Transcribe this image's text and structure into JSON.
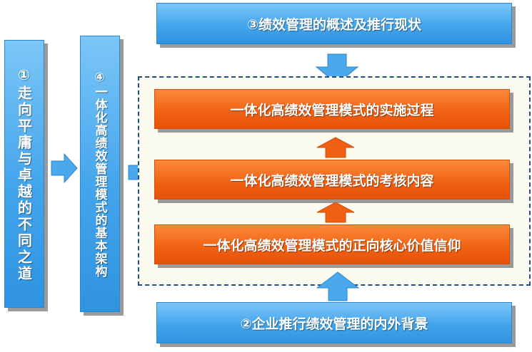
{
  "left_box_1": {
    "text": "①走向平庸与卓越的不同之道"
  },
  "left_box_4": {
    "text": "④一体化高绩效管理模式的基本架构"
  },
  "top_box_3": {
    "text": "③绩效管理的概述及推行现状"
  },
  "bottom_box_2": {
    "text": "②企业推行绩效管理的内外背景"
  },
  "inner_boxes": [
    {
      "text": "一体化高绩效管理模式的实施过程"
    },
    {
      "text": "一体化高绩效管理模式的考核内容"
    },
    {
      "text": "一体化高绩效管理模式的正向核心价值信仰"
    }
  ],
  "colors": {
    "blue_box": "#43a5ec",
    "orange_box": "#f06012",
    "arrow_blue": "#4aa8ec",
    "arrow_orange": "#f06012",
    "dashed_frame": "#1f4f8a",
    "shadow": "#9a9a9a"
  }
}
